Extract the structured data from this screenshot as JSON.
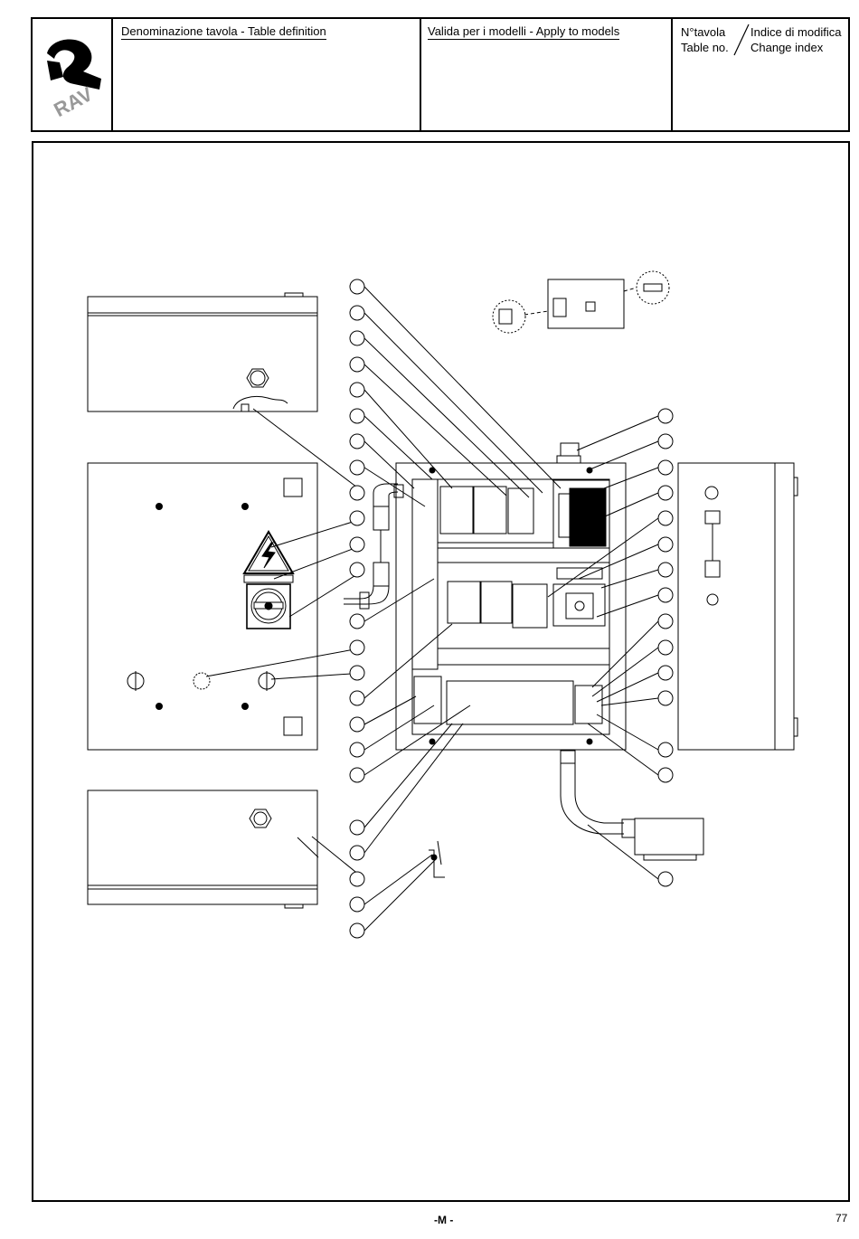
{
  "header": {
    "logo_text": "RAV",
    "title_label": "Denominazione tavola - Table definition",
    "models_label": "Valida per i modelli - Apply to models",
    "table_no_it": "N°tavola",
    "table_no_en": "Table no.",
    "change_index_it": "Indice di modifica",
    "change_index_en": "Change index"
  },
  "footer": {
    "code": "-M      -",
    "page_number": "77"
  },
  "colors": {
    "line": "#000000",
    "background": "#ffffff"
  }
}
